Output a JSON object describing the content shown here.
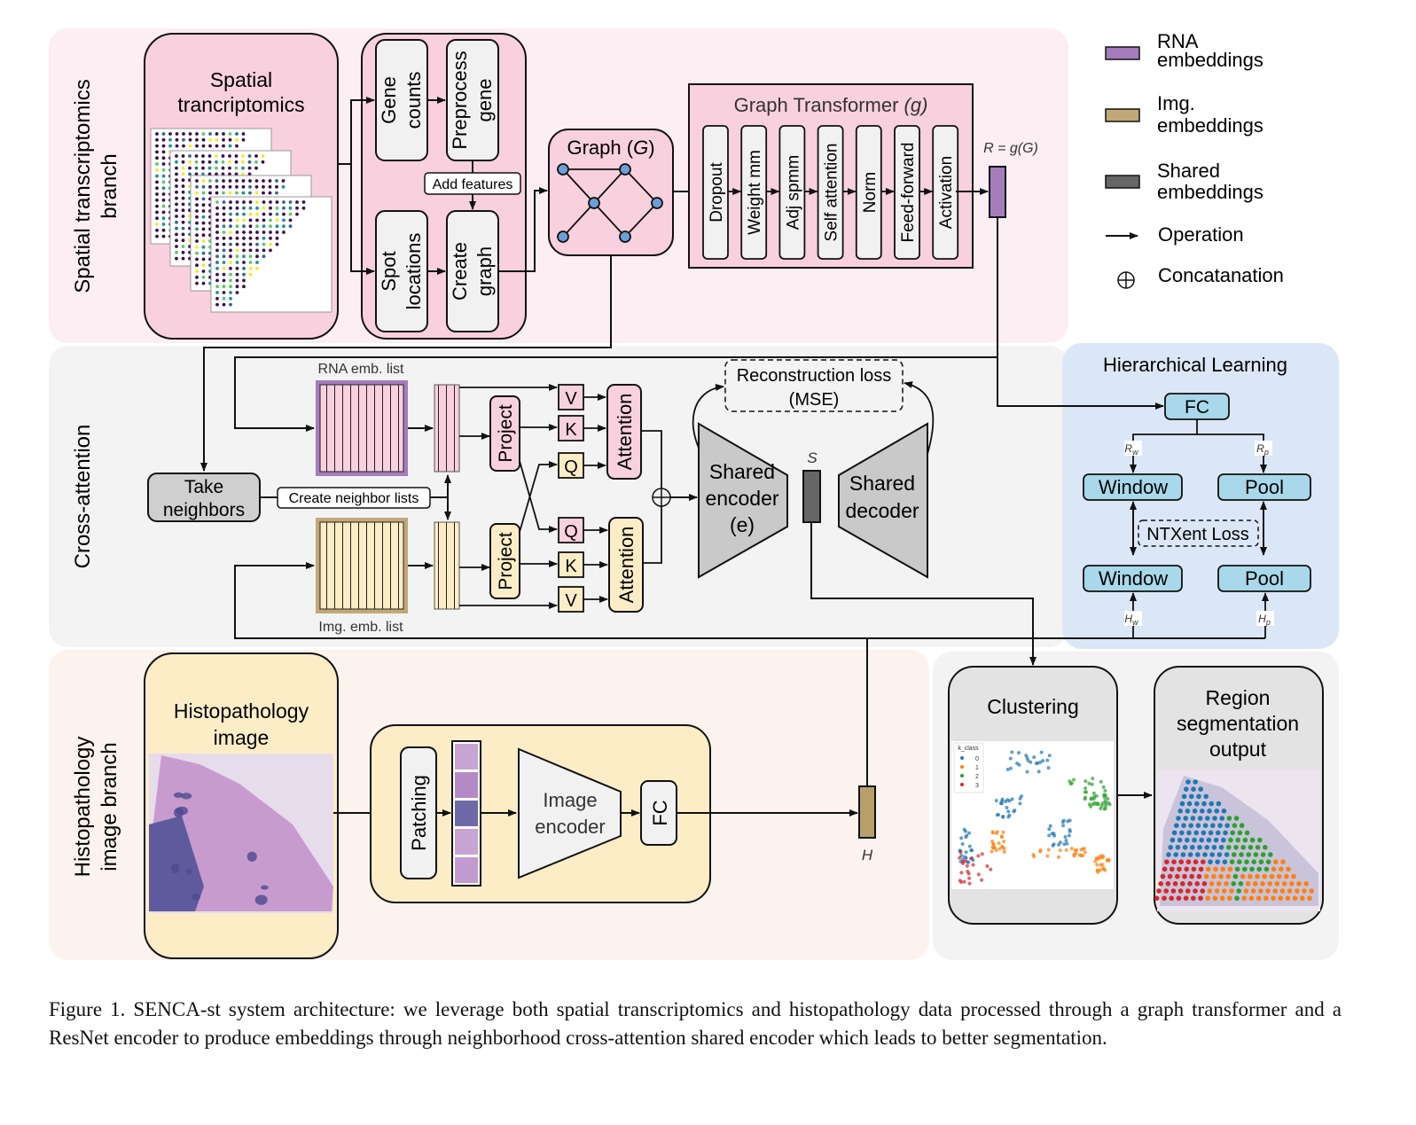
{
  "sections": {
    "st_branch": {
      "label_line1": "Spatial transcriptomics",
      "label_line2": "branch"
    },
    "cross_attention": {
      "label": "Cross-attention"
    },
    "histo_branch": {
      "label_line1": "Histopathology",
      "label_line2": "image branch"
    }
  },
  "st": {
    "input_title_line1": "Spatial",
    "input_title_line2": "trancriptomics",
    "gene_counts": [
      "Gene",
      "counts"
    ],
    "preprocess_gene": [
      "Preprocess",
      "gene"
    ],
    "add_features": "Add features",
    "spot_locations": [
      "Spot",
      "locations"
    ],
    "create_graph": [
      "Create",
      "graph"
    ],
    "graph_title": "Graph (",
    "graph_var": "G",
    "graph_close": ")",
    "transformer_title": "Graph Transformer ",
    "transformer_var": "(g)",
    "transformer_layers": [
      "Dropout",
      "Weight mm",
      "Adj spmm",
      "Self attention",
      "Norm",
      "Feed-forward",
      "Activation"
    ],
    "output_label": "R = g(G)"
  },
  "legend": {
    "items": [
      {
        "name": "rna",
        "line1": "RNA",
        "line2": "embeddings",
        "color": "#a57cbc"
      },
      {
        "name": "img",
        "line1": "Img.",
        "line2": "embeddings",
        "color": "#c1a878"
      },
      {
        "name": "shared",
        "line1": "Shared",
        "line2": "embeddings",
        "color": "#666666"
      }
    ],
    "operation": "Operation",
    "concatenation": "Concatanation"
  },
  "cross": {
    "rna_list_label": "RNA emb. list",
    "img_list_label": "Img. emb. list",
    "take_neighbors": [
      "Take",
      "neighbors"
    ],
    "create_neighbor_lists": "Create neighbor lists",
    "project": "Project",
    "v": "V",
    "k": "K",
    "q": "Q",
    "attention": "Attention",
    "recon_loss_line1": "Reconstruction loss",
    "recon_loss_line2": "(MSE)",
    "encoder": [
      "Shared",
      "encoder",
      "(e)"
    ],
    "decoder": [
      "Shared",
      "decoder"
    ],
    "s_label": "S"
  },
  "hier": {
    "title": "Hierarchical Learning",
    "fc": "FC",
    "window": "Window",
    "pool": "Pool",
    "ntxent": "NTXent Loss",
    "rw": "R",
    "rw_sub": "w",
    "rp": "R",
    "rp_sub": "p",
    "hw": "H",
    "hw_sub": "w",
    "hp": "H",
    "hp_sub": "p"
  },
  "histo": {
    "title_line1": "Histopathology",
    "title_line2": "image",
    "patching": "Patching",
    "encoder_line1": "Image",
    "encoder_line2": "encoder",
    "fc": "FC",
    "h_label": "H"
  },
  "output": {
    "clustering": "Clustering",
    "cluster_legend_title": "k_class",
    "cluster_classes": [
      "0",
      "1",
      "2",
      "3"
    ],
    "cluster_colors": [
      "#1f77b4",
      "#ff7f0e",
      "#2ca02c",
      "#d62728"
    ],
    "region_line1": "Region",
    "region_line2": "segmentation",
    "region_line3": "output"
  },
  "colors": {
    "pink_bg": "#fdeef3",
    "pink_box": "#f9d0de",
    "gray_bg": "#f3f3f3",
    "blue_bg": "#dbe7f6",
    "blue_box": "#a8d8ea",
    "peach_bg": "#fdf3ee",
    "yellow_box": "#fdedc6",
    "light_box": "#f1f1f1"
  },
  "caption": "Figure 1.  SENCA-st system architecture:  we leverage both spatial transcriptomics and histopathology data processed through a graph transformer and a ResNet encoder to produce embeddings through neighborhood cross-attention shared encoder which leads to better segmentation."
}
